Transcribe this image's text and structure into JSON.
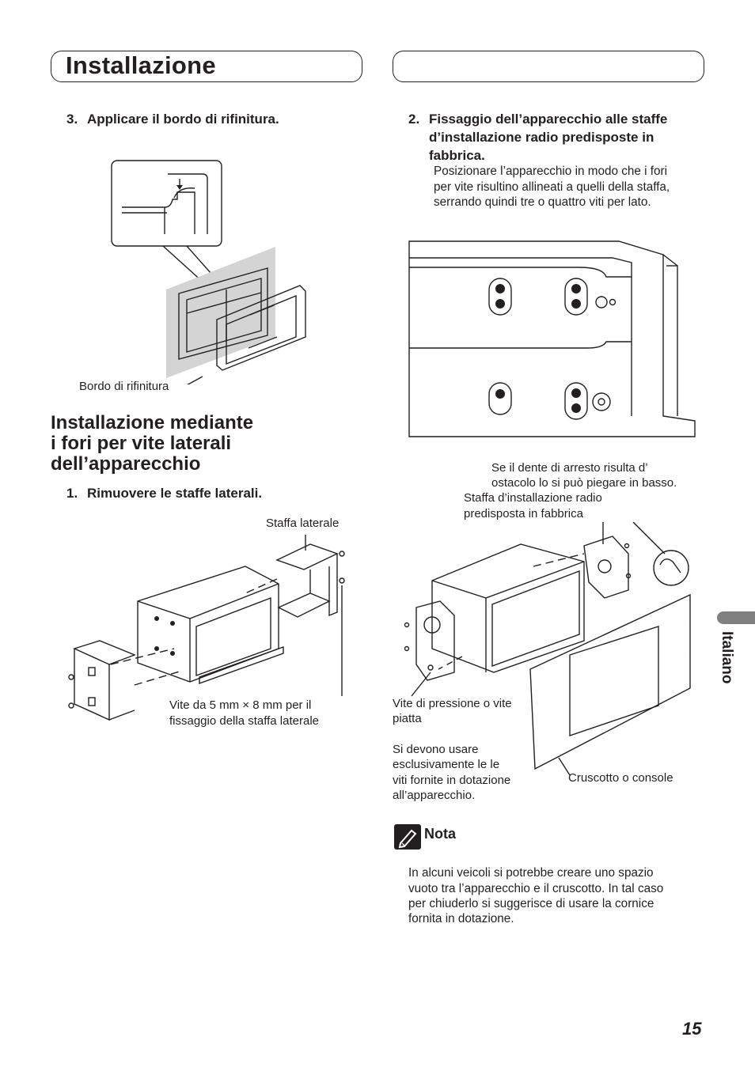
{
  "header": {
    "title": "Installazione"
  },
  "left": {
    "step3": {
      "number": "3.",
      "label": "Applicare il bordo di rifinitura."
    },
    "fig1_caption": "Bordo di rifinitura",
    "section_heading": {
      "line1": "Installazione mediante",
      "line2": "i fori per vite laterali",
      "line3": "dell’apparecchio"
    },
    "step1": {
      "number": "1.",
      "label": "Rimuovere le staffe laterali."
    },
    "fig2_caption_bracket": "Staffa laterale",
    "fig2_caption_screw": {
      "line1": "Vite da 5 mm × 8 mm per il",
      "line2": "fissaggio della staffa laterale"
    }
  },
  "right": {
    "step2": {
      "number": "2.",
      "line1": "Fissaggio dell’apparecchio alle staffe",
      "line2": "d’installazione radio predisposte in",
      "line3": "fabbrica.",
      "body": {
        "line1": "Posizionare l’apparecchio in modo che i fori",
        "line2": "per vite risultino allineati a quelli della staffa,",
        "line3": "serrando quindi tre o quattro viti per lato."
      }
    },
    "fig4": {
      "tooth_note": {
        "line1": "Se il dente di arresto risulta d’",
        "line2": "ostacolo lo si può piegare in basso."
      },
      "factory_bracket": {
        "line1": "Staffa d’installazione radio",
        "line2": "predisposta in fabbrica"
      },
      "pressure_screw": {
        "line1": "Vite di pressione o vite",
        "line2": "piatta"
      },
      "screws_note": {
        "line1": "Si devono usare",
        "line2": "esclusivamente le le",
        "line3": "viti fornite in dotazione",
        "line4": "all’apparecchio."
      },
      "dashboard": "Cruscotto o console"
    },
    "nota": {
      "title": "Nota",
      "line1": "In alcuni veicoli si potrebbe creare uno spazio",
      "line2": "vuoto tra l’apparecchio e il cruscotto. In tal caso",
      "line3": "per chiuderlo si suggerisce di usare la cornice",
      "line4": "fornita in dotazione."
    }
  },
  "side_tab": {
    "language": "Italiano"
  },
  "footer": {
    "page_number": "15"
  }
}
